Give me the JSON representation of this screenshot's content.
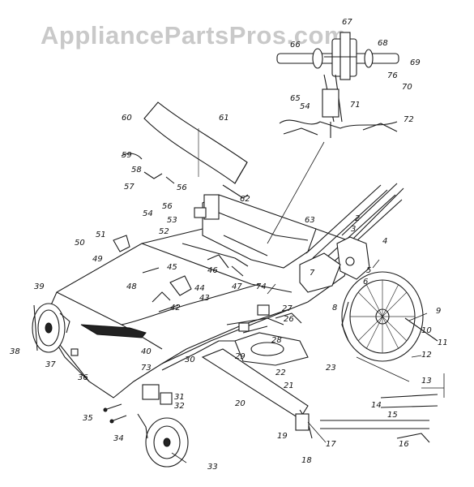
{
  "diagram": {
    "watermark": "AppliancePartsPros.com",
    "callouts": [
      "2",
      "3",
      "4",
      "5",
      "6",
      "7",
      "8",
      "9",
      "10",
      "11",
      "12",
      "13",
      "14",
      "15",
      "16",
      "17",
      "18",
      "19",
      "20",
      "21",
      "22",
      "23",
      "26",
      "27",
      "28",
      "29",
      "30",
      "31",
      "32",
      "33",
      "34",
      "35",
      "36",
      "37",
      "38",
      "39",
      "40",
      "42",
      "43",
      "44",
      "45",
      "46",
      "47",
      "48",
      "49",
      "50",
      "51",
      "52",
      "53",
      "54",
      "56",
      "57",
      "58",
      "59",
      "60",
      "61",
      "62",
      "63",
      "65",
      "66",
      "67",
      "68",
      "69",
      "70",
      "71",
      "72",
      "73",
      "74",
      "76"
    ],
    "colors": {
      "line": "#1a1a1a",
      "watermark": "#c9c9c9",
      "background": "#ffffff"
    }
  }
}
